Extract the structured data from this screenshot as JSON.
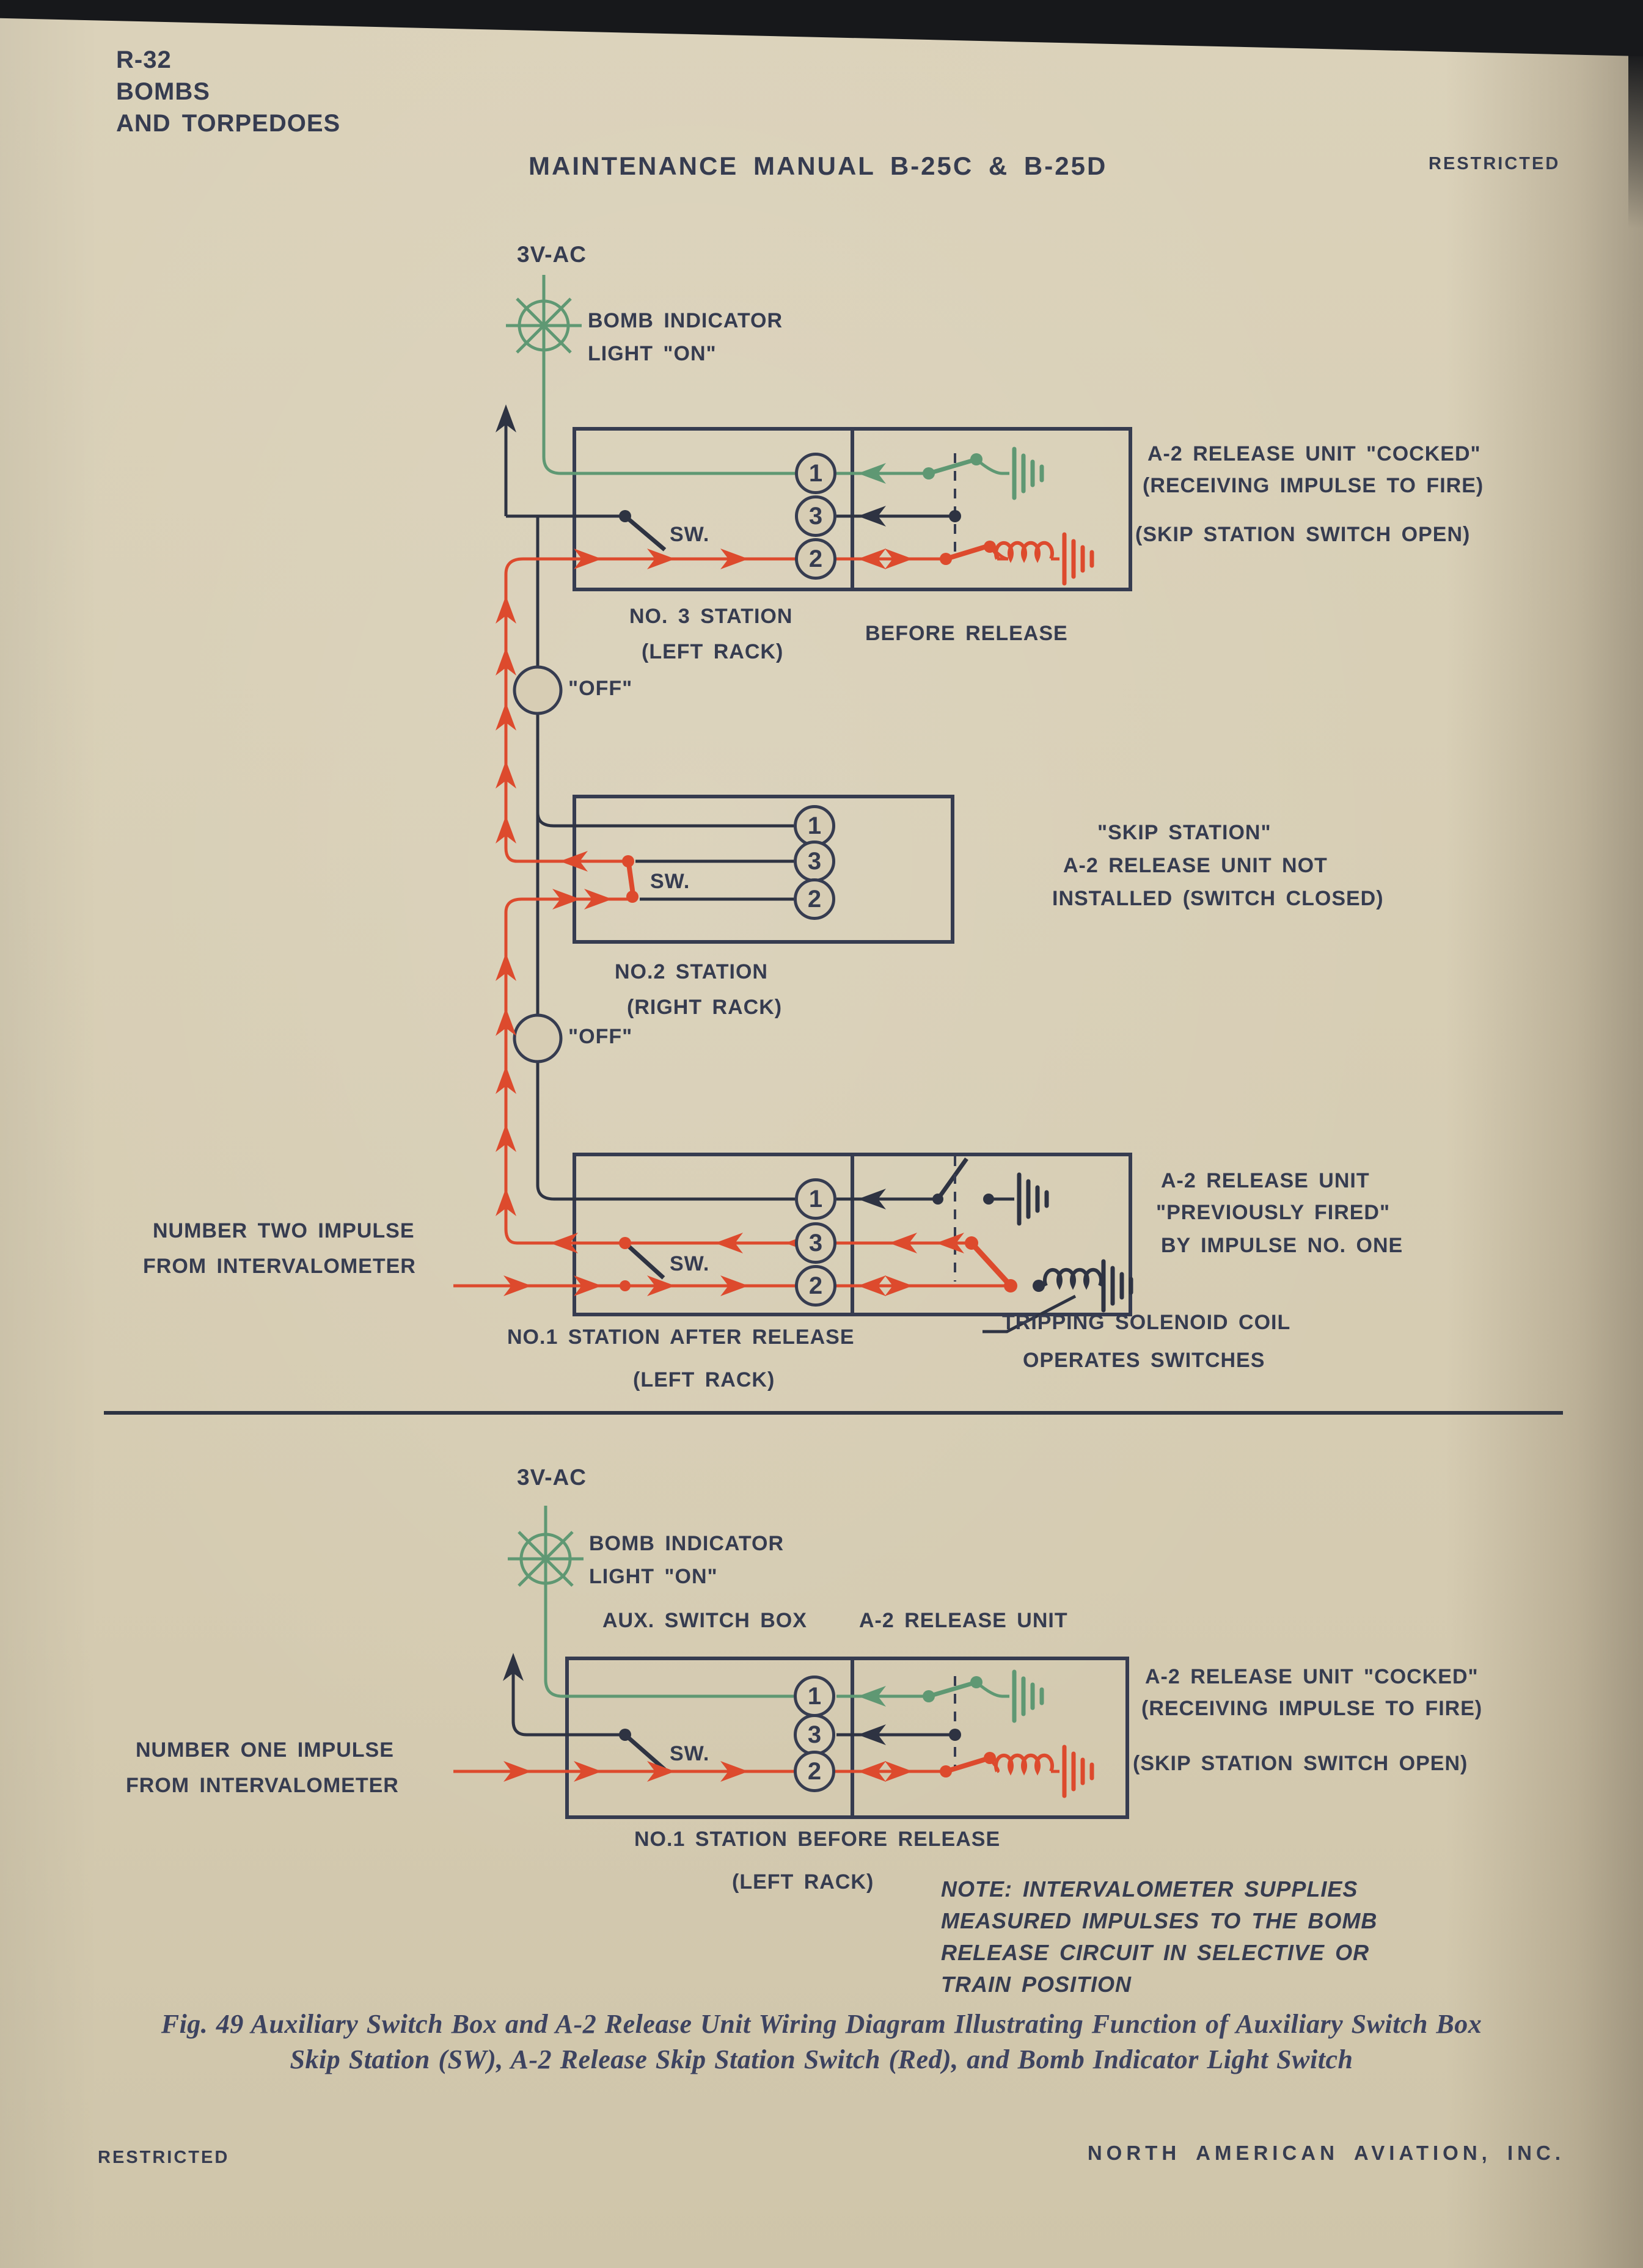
{
  "header": {
    "section": "R-32",
    "line2": "BOMBS",
    "line3": "AND TORPEDOES",
    "title": "MAINTENANCE MANUAL B-25C & B-25D",
    "classification": "RESTRICTED"
  },
  "terminals": {
    "t1": "1",
    "t3": "3",
    "t2": "2"
  },
  "colors": {
    "ink": "#363c50",
    "red": "#dd4a2d",
    "green": "#5f9873",
    "paper": "#d7cdb4"
  },
  "diagram_top": {
    "supply": "3V-AC",
    "lamp_line1": "BOMB INDICATOR",
    "lamp_line2": "LIGHT \"ON\"",
    "sw": "SW.",
    "off": "\"OFF\"",
    "cocked_line1": "A-2 RELEASE UNIT \"COCKED\"",
    "cocked_line2": "(RECEIVING IMPULSE TO FIRE)",
    "skip_open": "(SKIP STATION SWITCH OPEN)",
    "station3_name": "NO. 3 STATION",
    "station3_rack": "(LEFT RACK)",
    "station3_state": "BEFORE RELEASE",
    "skip_line1": "\"SKIP STATION\"",
    "skip_line2": "A-2 RELEASE UNIT NOT",
    "skip_line3": "INSTALLED (SWITCH CLOSED)",
    "station2_name": "NO.2 STATION",
    "station2_rack": "(RIGHT RACK)",
    "impulse_line1": "NUMBER TWO IMPULSE",
    "impulse_line2": "FROM INTERVALOMETER",
    "fired_line1": "A-2 RELEASE UNIT",
    "fired_line2": "\"PREVIOUSLY FIRED\"",
    "fired_line3": "BY IMPULSE NO. ONE",
    "station1_name": "NO.1 STATION AFTER RELEASE",
    "station1_rack": "(LEFT RACK)",
    "solenoid_line1": "TRIPPING SOLENOID COIL",
    "solenoid_line2": "OPERATES SWITCHES"
  },
  "diagram_bottom": {
    "supply": "3V-AC",
    "lamp_line1": "BOMB INDICATOR",
    "lamp_line2": "LIGHT \"ON\"",
    "box_label": "AUX. SWITCH BOX",
    "unit_label": "A-2 RELEASE UNIT",
    "sw": "SW.",
    "cocked_line1": "A-2 RELEASE UNIT \"COCKED\"",
    "cocked_line2": "(RECEIVING IMPULSE TO FIRE)",
    "skip_open": "(SKIP STATION SWITCH OPEN)",
    "impulse_line1": "NUMBER ONE IMPULSE",
    "impulse_line2": "FROM INTERVALOMETER",
    "station_name": "NO.1 STATION BEFORE RELEASE",
    "station_rack": "(LEFT RACK)",
    "note_line1": "NOTE: INTERVALOMETER SUPPLIES",
    "note_line2": "MEASURED IMPULSES TO THE BOMB",
    "note_line3": "RELEASE CIRCUIT IN SELECTIVE OR",
    "note_line4": "TRAIN POSITION"
  },
  "caption": {
    "line1": "Fig. 49 Auxiliary Switch Box and A-2 Release Unit Wiring Diagram Illustrating Function of Auxiliary Switch Box",
    "line2": "Skip Station (SW), A-2 Release Skip Station Switch (Red), and Bomb Indicator Light Switch"
  },
  "footer": {
    "classification": "RESTRICTED",
    "publisher": "NORTH AMERICAN AVIATION, INC."
  }
}
